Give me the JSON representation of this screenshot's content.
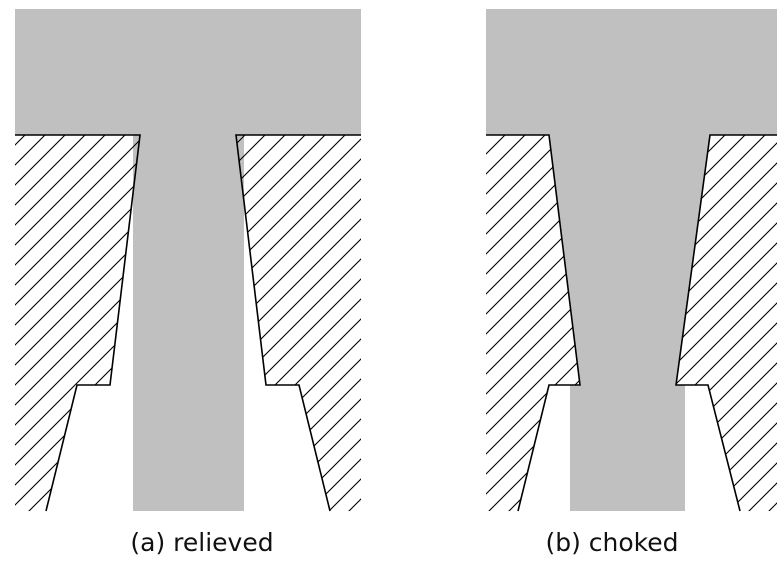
{
  "figures": [
    {
      "id": "a",
      "caption": "(a) relieved"
    },
    {
      "id": "b",
      "caption": "(b) choked"
    }
  ],
  "colors": {
    "tool_fill": "#c0c0c0",
    "hatch_stroke": "#000000",
    "outline": "#000000",
    "background": "#ffffff"
  }
}
